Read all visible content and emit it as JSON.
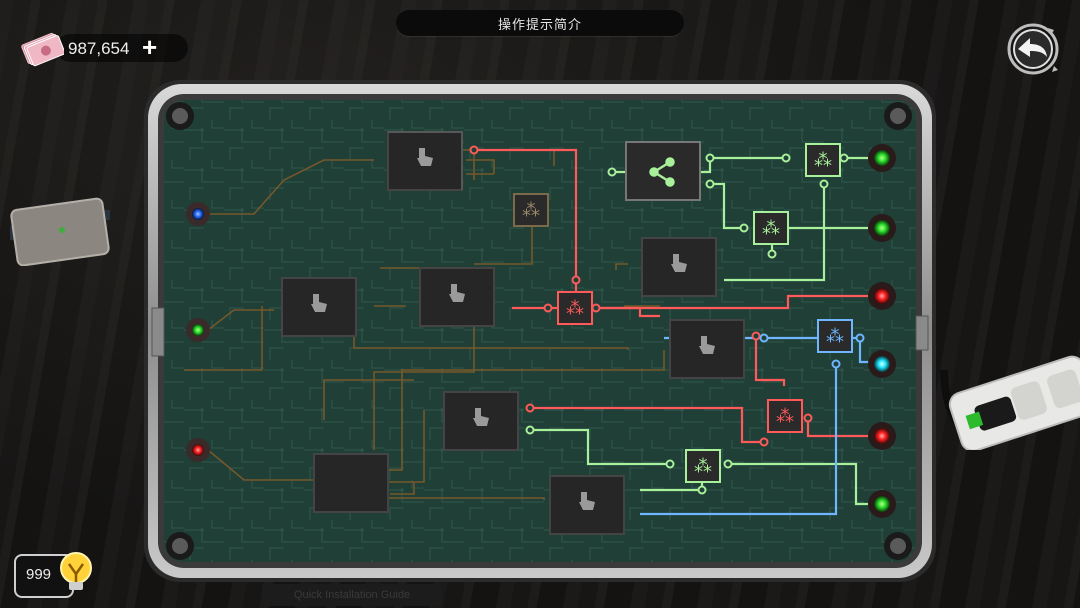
{
  "hint_bar": {
    "label": "操作提示简介"
  },
  "currency": {
    "amount": "987,654",
    "add_label": "+"
  },
  "hints": {
    "count": "999"
  },
  "footer": {
    "faded_text": "Quick Installation Guide"
  },
  "colors": {
    "board": "#1f3f37",
    "trace": "#7a5a2a",
    "wire_red": "#ff5a5a",
    "wire_green": "#a8f09a",
    "wire_blue": "#6fb6ff",
    "led_green": "#2ee02e",
    "led_red": "#ff2020",
    "led_cyan": "#21e6ff",
    "led_blue": "#2a6bff"
  },
  "board": {
    "input_leds": [
      "blue",
      "green",
      "red"
    ],
    "output_leds": [
      "green",
      "green",
      "red",
      "cyan",
      "red",
      "green"
    ],
    "chip_icons": [
      "hand-pointer-icon",
      "hand-pointer-icon",
      "hand-pointer-icon",
      "hand-pointer-icon",
      "hand-pointer-icon",
      "hand-pointer-icon",
      "hand-pointer-icon"
    ],
    "splitter_icon": "share-icon",
    "switch_icon": "triskelion-icon"
  }
}
